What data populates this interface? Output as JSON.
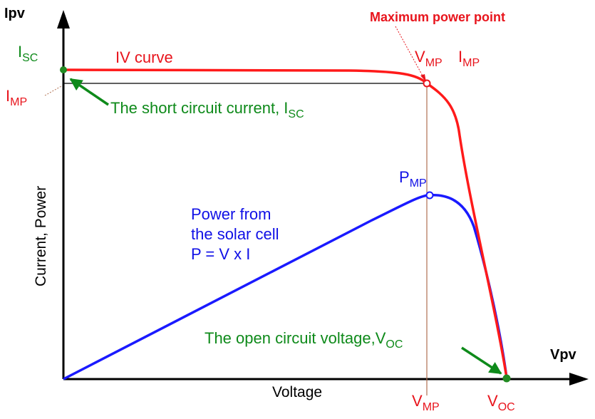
{
  "axes": {
    "y_title": "Ipv",
    "x_title": "Vpv",
    "y_label": "Current, Power",
    "x_label": "Voltage"
  },
  "labels": {
    "iv_curve": "IV curve",
    "max_power_point": "Maximum power point",
    "short_circuit_prefix": "The short circuit current, I",
    "short_circuit_sub": "SC",
    "open_circuit_prefix": "The open circuit voltage,V",
    "open_circuit_sub": "OC",
    "power_line1": "Power from",
    "power_line2": "the solar cell",
    "power_line3": "P = V x I",
    "isc_main": "I",
    "isc_sub": "SC",
    "imp_main": "I",
    "imp_sub": "MP",
    "vmp_main": "V",
    "vmp_sub": "MP",
    "imp_top_main": "I",
    "imp_top_sub": "MP",
    "pmp_main": "P",
    "pmp_sub": "MP",
    "vmp_axis_main": "V",
    "vmp_axis_sub": "MP",
    "voc_axis_main": "V",
    "voc_axis_sub": "OC"
  },
  "colors": {
    "iv_curve": "#ff1a1a",
    "power_curve": "#1a1aff",
    "annotation_green": "#0e8a1a",
    "annotation_red": "#e8141c",
    "axes": "#000000",
    "guide": "#b07050"
  }
}
